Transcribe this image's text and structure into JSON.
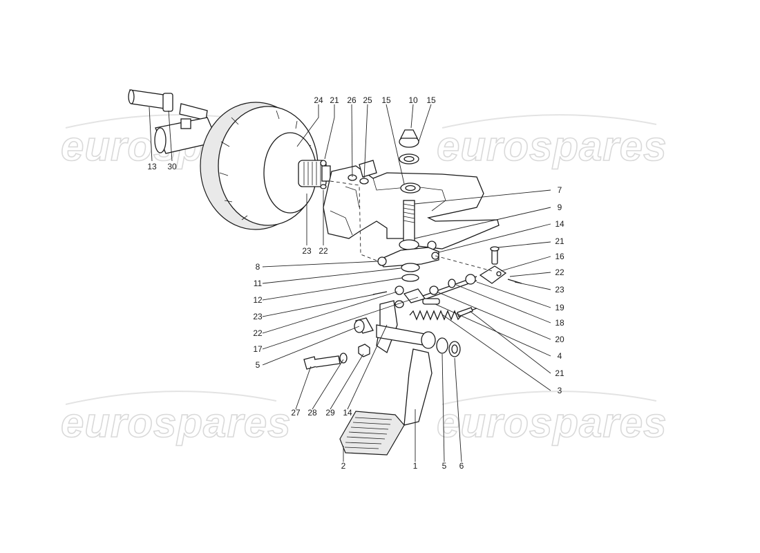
{
  "watermark": {
    "text": "eurospares"
  },
  "callouts": [
    "24",
    "21",
    "26",
    "25",
    "15",
    "10",
    "15",
    "13",
    "30",
    "7",
    "9",
    "14",
    "23",
    "22",
    "21",
    "8",
    "16",
    "22",
    "11",
    "23",
    "12",
    "19",
    "23",
    "22",
    "18",
    "17",
    "20",
    "4",
    "5",
    "21",
    "3",
    "27",
    "28",
    "29",
    "14",
    "2",
    "1",
    "5",
    "6"
  ]
}
